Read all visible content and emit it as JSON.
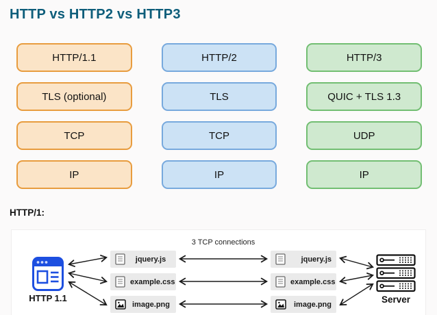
{
  "page": {
    "title": "HTTP vs HTTP2 vs HTTP3",
    "title_color": "#0d5d7a",
    "background_color": "#fbfafa"
  },
  "stacks": {
    "columns": [
      {
        "name": "http1",
        "fill": "#fbe4c7",
        "border": "#e89c3e",
        "layers": [
          "HTTP/1.1",
          "TLS (optional)",
          "TCP",
          "IP"
        ]
      },
      {
        "name": "http2",
        "fill": "#cce2f5",
        "border": "#77a9dd",
        "layers": [
          "HTTP/2",
          "TLS",
          "TCP",
          "IP"
        ]
      },
      {
        "name": "http3",
        "fill": "#cfe9cf",
        "border": "#72be72",
        "layers": [
          "HTTP/3",
          "QUIC + TLS 1.3",
          "UDP",
          "IP"
        ]
      }
    ]
  },
  "http1_diagram": {
    "heading": "HTTP/1:",
    "client_label": "HTTP 1.1",
    "server_label": "Server",
    "connections_label": "3 TCP connections",
    "client_icon": "browser-icon",
    "server_icon": "server-rack-icon",
    "client_color": "#1d4fe0",
    "files_client_side": [
      {
        "label": "jquery.js",
        "icon": "document-icon"
      },
      {
        "label": "example.css",
        "icon": "document-icon"
      },
      {
        "label": "image.png",
        "icon": "image-icon"
      }
    ],
    "files_server_side": [
      {
        "label": "jquery.js",
        "icon": "document-icon"
      },
      {
        "label": "example.css",
        "icon": "document-icon"
      },
      {
        "label": "image.png",
        "icon": "image-icon"
      }
    ]
  }
}
